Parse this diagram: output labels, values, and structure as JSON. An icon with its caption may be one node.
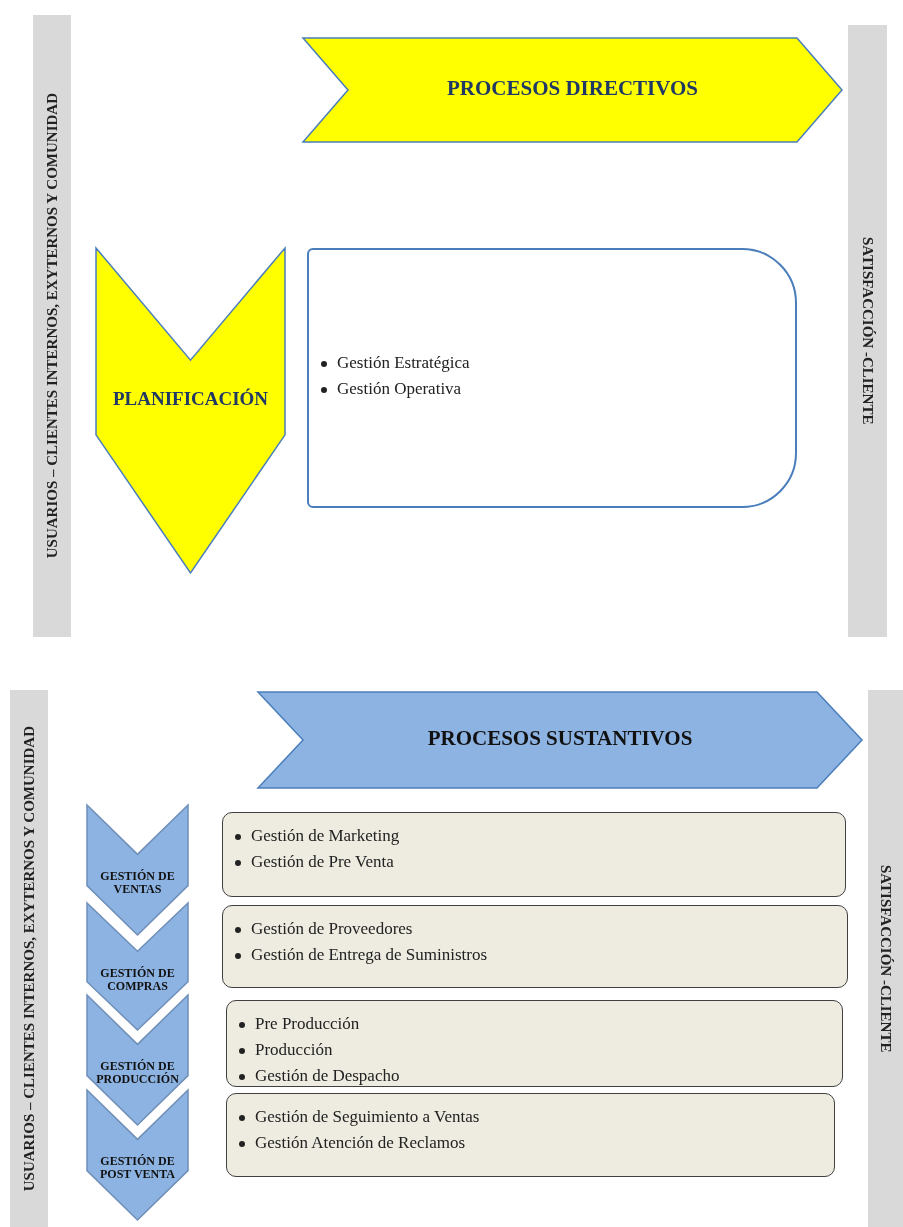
{
  "diagram": {
    "nodes": [
      {
        "text": [
          "USUARIOS – CLIENTES INTERNOS, EXYTERNOS Y COMUNIDAD"
        ]
      },
      {
        "text": [
          "PROCESOS DIRECTIVOS"
        ]
      },
      {
        "text": [
          "SATISFACCIÓN -CLIENTE"
        ]
      },
      {
        "text": [
          "PLANIFICACIÓN"
        ]
      },
      {
        "text": [
          "Gestión Estratégica",
          "Gestión Operativa"
        ]
      },
      {
        "text": [
          "USUARIOS – CLIENTES INTERNOS, EXYTERNOS Y COMUNIDAD"
        ]
      },
      {
        "text": [
          "PROCESOS SUSTANTIVOS"
        ]
      },
      {
        "text": [
          "SATISFACCIÓN -CLIENTE"
        ]
      },
      {
        "text": [
          "GESTIÓN DE VENTAS"
        ]
      },
      {
        "text": [
          "Gestión de Marketing",
          "Gestión de Pre Venta"
        ]
      },
      {
        "text": [
          "GESTIÓN DE COMPRAS"
        ]
      },
      {
        "text": [
          "Gestión de Proveedores",
          "Gestión de Entrega de Suministros"
        ]
      },
      {
        "text": [
          "GESTIÓN DE PRODUCCIÓN"
        ]
      },
      {
        "text": [
          "Pre Producción",
          "Producción",
          "Gestión de Despacho"
        ]
      },
      {
        "text": [
          "GESTIÓN DE POST VENTA"
        ]
      },
      {
        "text": [
          "Gestión de Seguimiento a Ventas",
          "Gestión Atención de Reclamos"
        ]
      }
    ]
  }
}
